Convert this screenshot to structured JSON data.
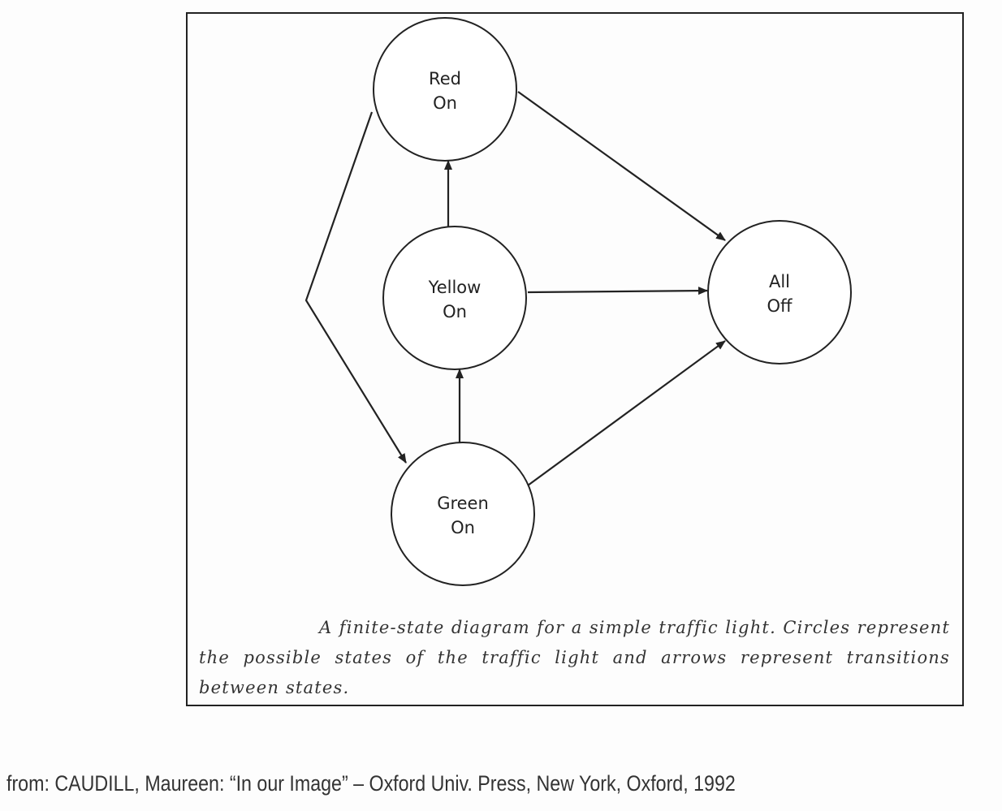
{
  "nodes": [
    {
      "id": "red",
      "line1": "Red",
      "line2": "On"
    },
    {
      "id": "yellow",
      "line1": "Yellow",
      "line2": "On"
    },
    {
      "id": "green",
      "line1": "Green",
      "line2": "On"
    },
    {
      "id": "off",
      "line1": "All",
      "line2": "Off"
    }
  ],
  "edges": [
    {
      "from": "red",
      "to": "green"
    },
    {
      "from": "green",
      "to": "yellow"
    },
    {
      "from": "yellow",
      "to": "red"
    },
    {
      "from": "red",
      "to": "off"
    },
    {
      "from": "yellow",
      "to": "off"
    },
    {
      "from": "green",
      "to": "off"
    }
  ],
  "caption": "A finite-state diagram for a simple traffic light. Circles represent the possible states of the traffic light and arrows represent transitions between states.",
  "source": "from: CAUDILL, Maureen: “In our Image” – Oxford Univ. Press, New York, Oxford, 1992"
}
